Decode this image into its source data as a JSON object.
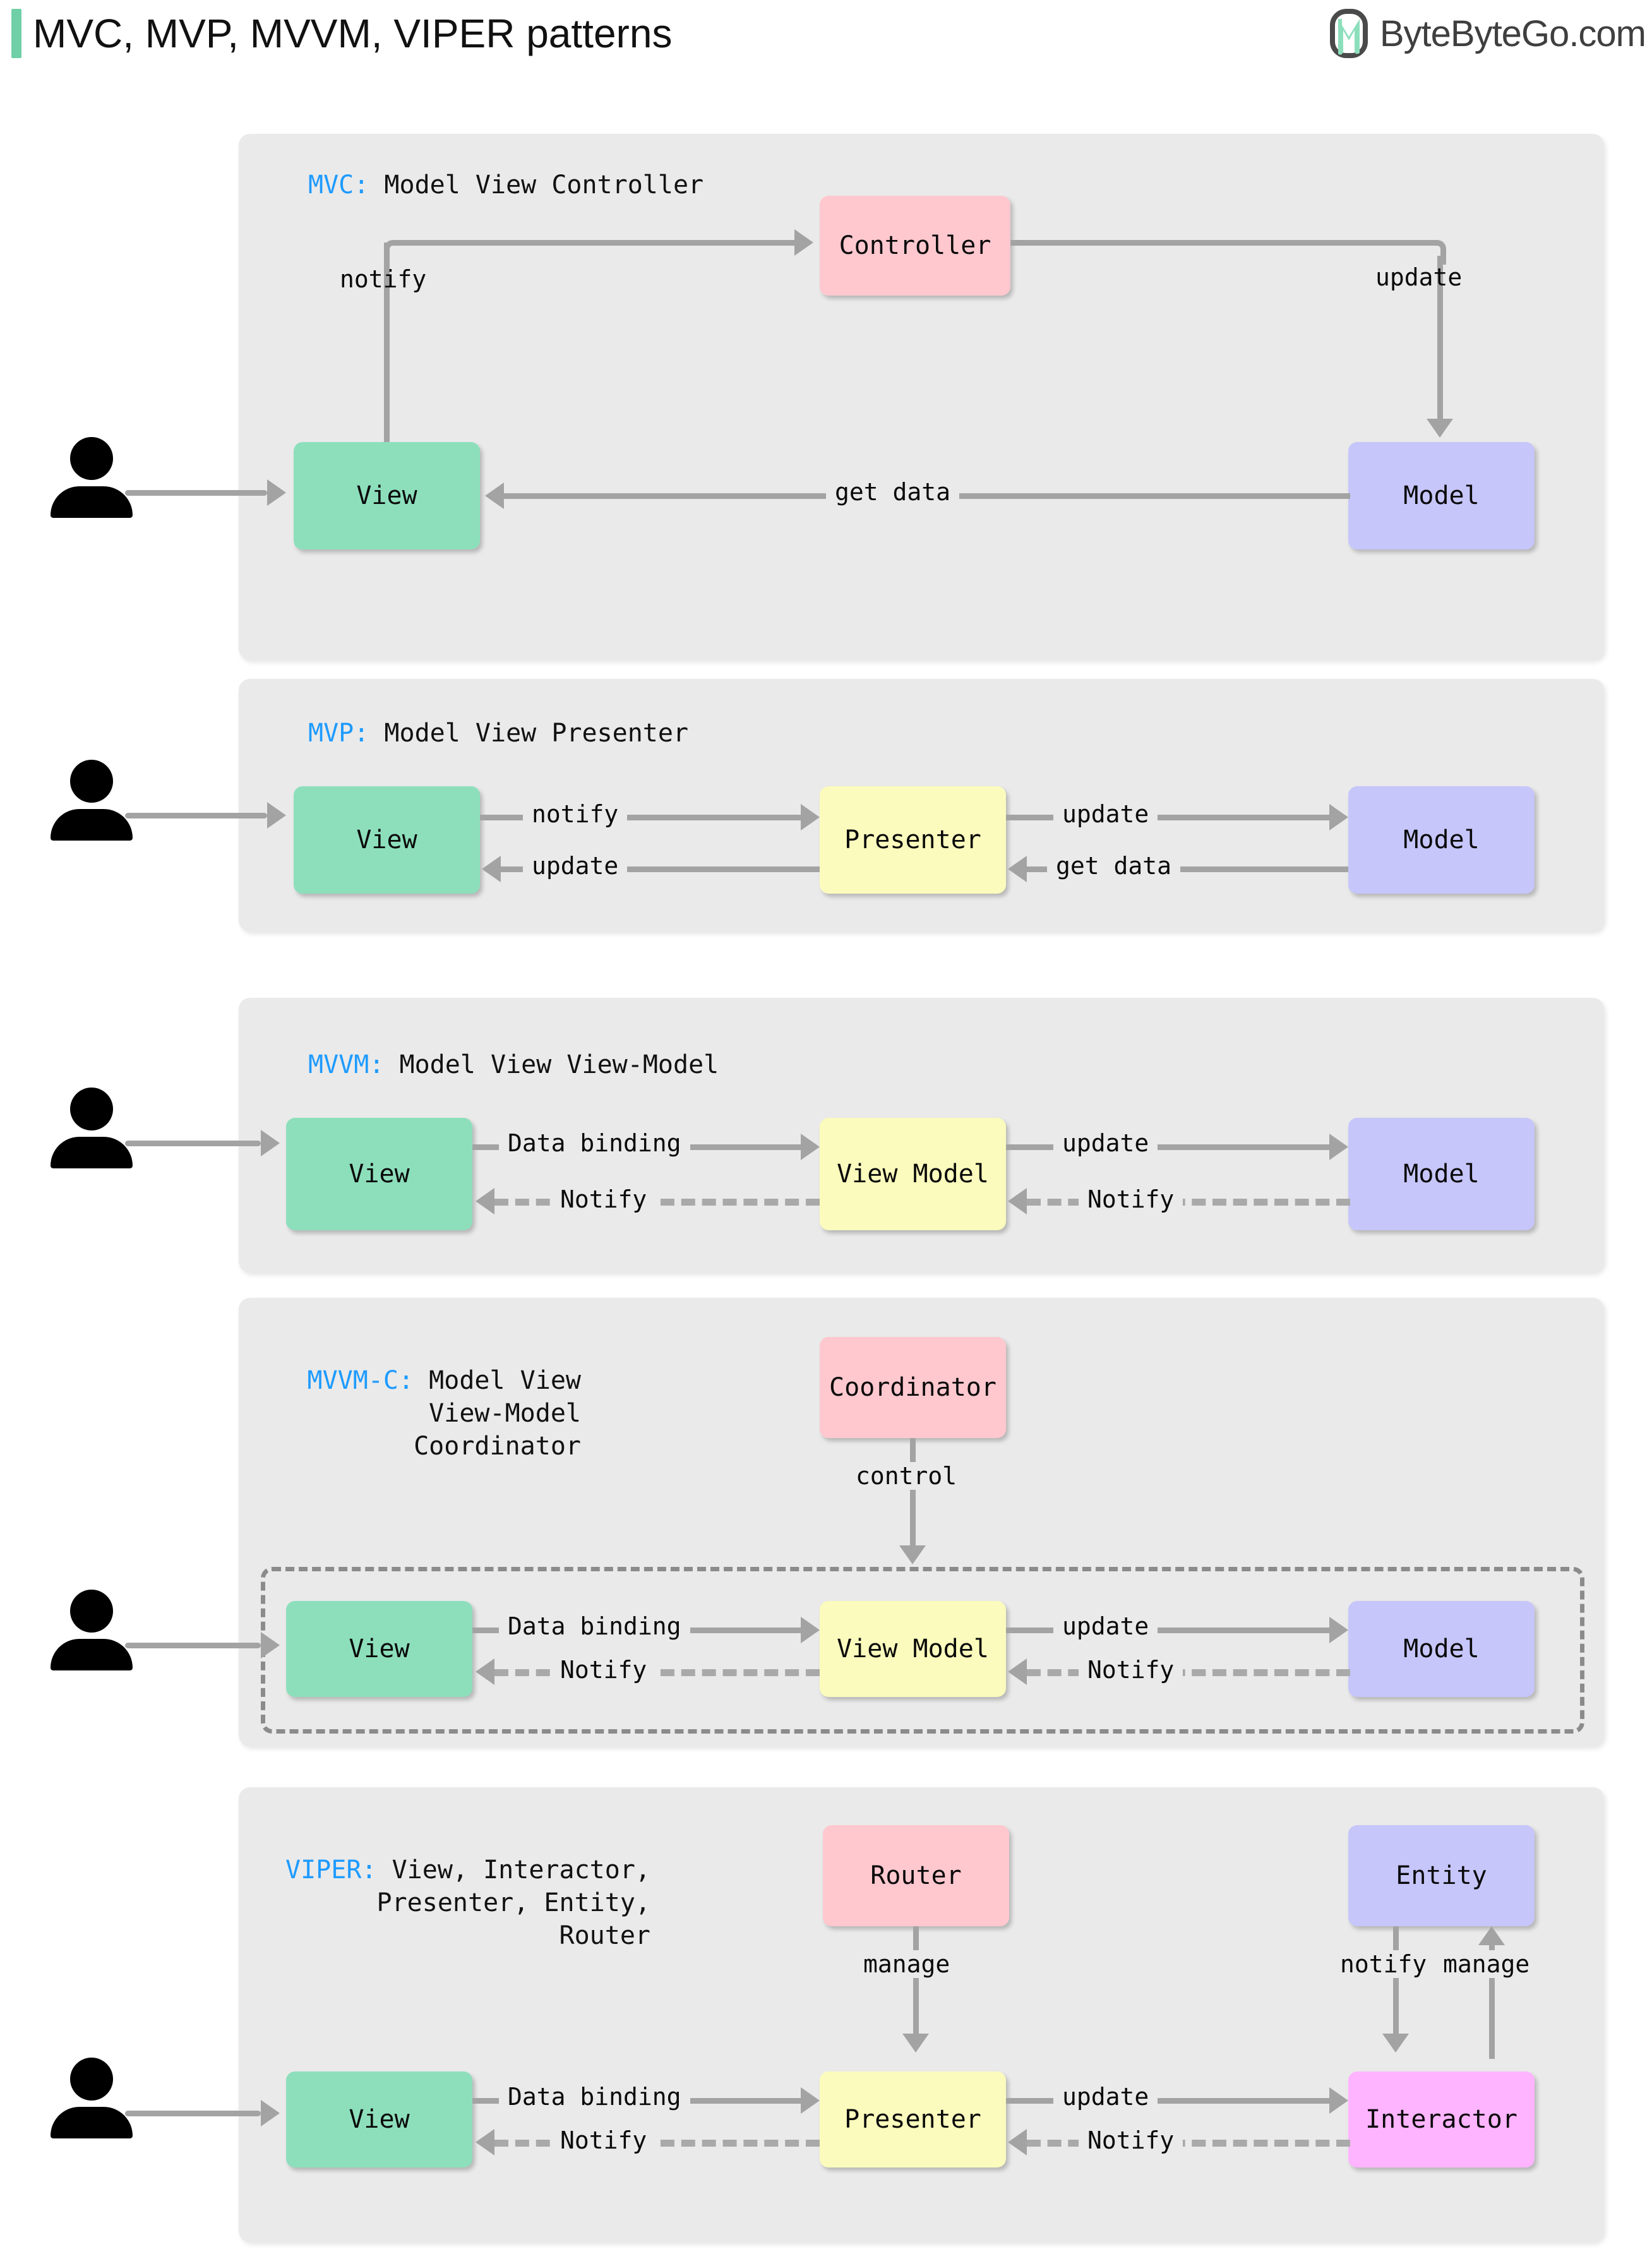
{
  "header": {
    "title": "MVC, MVP, MVVM, VIPER patterns",
    "brand": "ByteByteGo.com",
    "accent_color": "#6fcfa6",
    "logo_icon": "bytebytego-leaf-logo-icon"
  },
  "palette": {
    "panel_bg": "#eaeaea",
    "view": "#8ddfbc",
    "model": "#c6c6fb",
    "presenter": "#fbfbbd",
    "controller": "#ffc8cf",
    "interactor": "#ffb4ff",
    "arrow": "#a3a3a3",
    "key_text": "#1e9bff"
  },
  "sections": [
    {
      "id": "mvc",
      "key": "MVC:",
      "title_rest": " Model View Controller",
      "user_icon": "user-person-icon",
      "nodes": {
        "view": "View",
        "controller": "Controller",
        "model": "Model"
      },
      "edges": {
        "notify": "notify",
        "update": "update",
        "get_data": "get data"
      }
    },
    {
      "id": "mvp",
      "key": "MVP:",
      "title_rest": " Model View Presenter",
      "user_icon": "user-person-icon",
      "nodes": {
        "view": "View",
        "presenter": "Presenter",
        "model": "Model"
      },
      "edges": {
        "notify": "notify",
        "update_left": "update",
        "update_right": "update",
        "get_data": "get data"
      }
    },
    {
      "id": "mvvm",
      "key": "MVVM:",
      "title_rest": " Model View View-Model",
      "user_icon": "user-person-icon",
      "nodes": {
        "view": "View",
        "view_model": "View Model",
        "model": "Model"
      },
      "edges": {
        "data_binding": "Data binding",
        "notify_left": "Notify",
        "update": "update",
        "notify_right": "Notify"
      }
    },
    {
      "id": "mvvmc",
      "key": "MVVM-C:",
      "title_rest": " Model View",
      "title_line2": "View-Model",
      "title_line3": "Coordinator",
      "user_icon": "user-person-icon",
      "nodes": {
        "coordinator": "Coordinator",
        "view": "View",
        "view_model": "View Model",
        "model": "Model"
      },
      "edges": {
        "control": "control",
        "data_binding": "Data binding",
        "notify_left": "Notify",
        "update": "update",
        "notify_right": "Notify"
      }
    },
    {
      "id": "viper",
      "key": "VIPER:",
      "title_rest": " View, Interactor,",
      "title_line2": "Presenter, Entity,",
      "title_line3": "Router",
      "user_icon": "user-person-icon",
      "nodes": {
        "router": "Router",
        "entity": "Entity",
        "view": "View",
        "presenter": "Presenter",
        "interactor": "Interactor"
      },
      "edges": {
        "manage_router": "manage",
        "notify_entity": "notify",
        "manage_entity": "manage",
        "data_binding": "Data binding",
        "notify_left": "Notify",
        "update": "update",
        "notify_right": "Notify"
      }
    }
  ]
}
